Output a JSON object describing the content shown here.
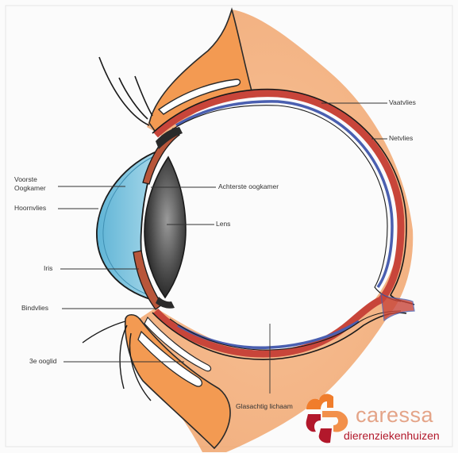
{
  "labels": {
    "vaatvlies": "Vaatvlies",
    "netvlies": "Netvlies",
    "voorste_oogkamer": "Voorste\nOogkamer",
    "achterste_oogkamer": "Achterste oogkamer",
    "hoornvlies": "Hoornvlies",
    "lens": "Lens",
    "iris": "Iris",
    "bindvlies": "Bindvlies",
    "derde_ooglid": "3e ooglid",
    "glasachtig_lichaam": "Glasachtig lichaam"
  },
  "logo": {
    "name": "caressa",
    "subtitle": "dierenziekenhuizen",
    "colors": {
      "primary": "#b2182b",
      "accent": "#f07d2c",
      "light": "#e4a488"
    }
  },
  "colors": {
    "paper": "#fbfbfb",
    "eyelid": "#f2a468",
    "cornea": "#8cc9df",
    "lens": "#6a6a6a",
    "choroid": "#c8453a",
    "retina": "#4a5fb0",
    "outline": "#1a1a1a"
  }
}
